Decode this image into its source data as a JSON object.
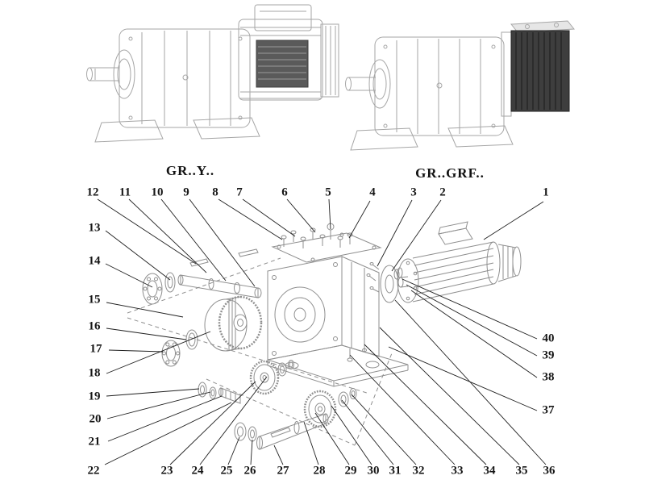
{
  "variants": {
    "left": "GR..Y..",
    "right": "GR..GRF.."
  },
  "callouts": [
    "12",
    "11",
    "10",
    "9",
    "8",
    "7",
    "6",
    "5",
    "4",
    "3",
    "2",
    "1",
    "13",
    "14",
    "15",
    "16",
    "17",
    "18",
    "19",
    "20",
    "21",
    "22",
    "23",
    "24",
    "25",
    "26",
    "27",
    "28",
    "29",
    "30",
    "31",
    "32",
    "33",
    "34",
    "35",
    "36",
    "40",
    "39",
    "38",
    "37"
  ],
  "colors": {
    "line_art": "#9a9a9a",
    "leader_line": "#1f1f1f",
    "text": "#161616",
    "dark_fin_block": "#3e3e3e",
    "dark_stator": "#5a5a5a",
    "background": "#ffffff"
  }
}
